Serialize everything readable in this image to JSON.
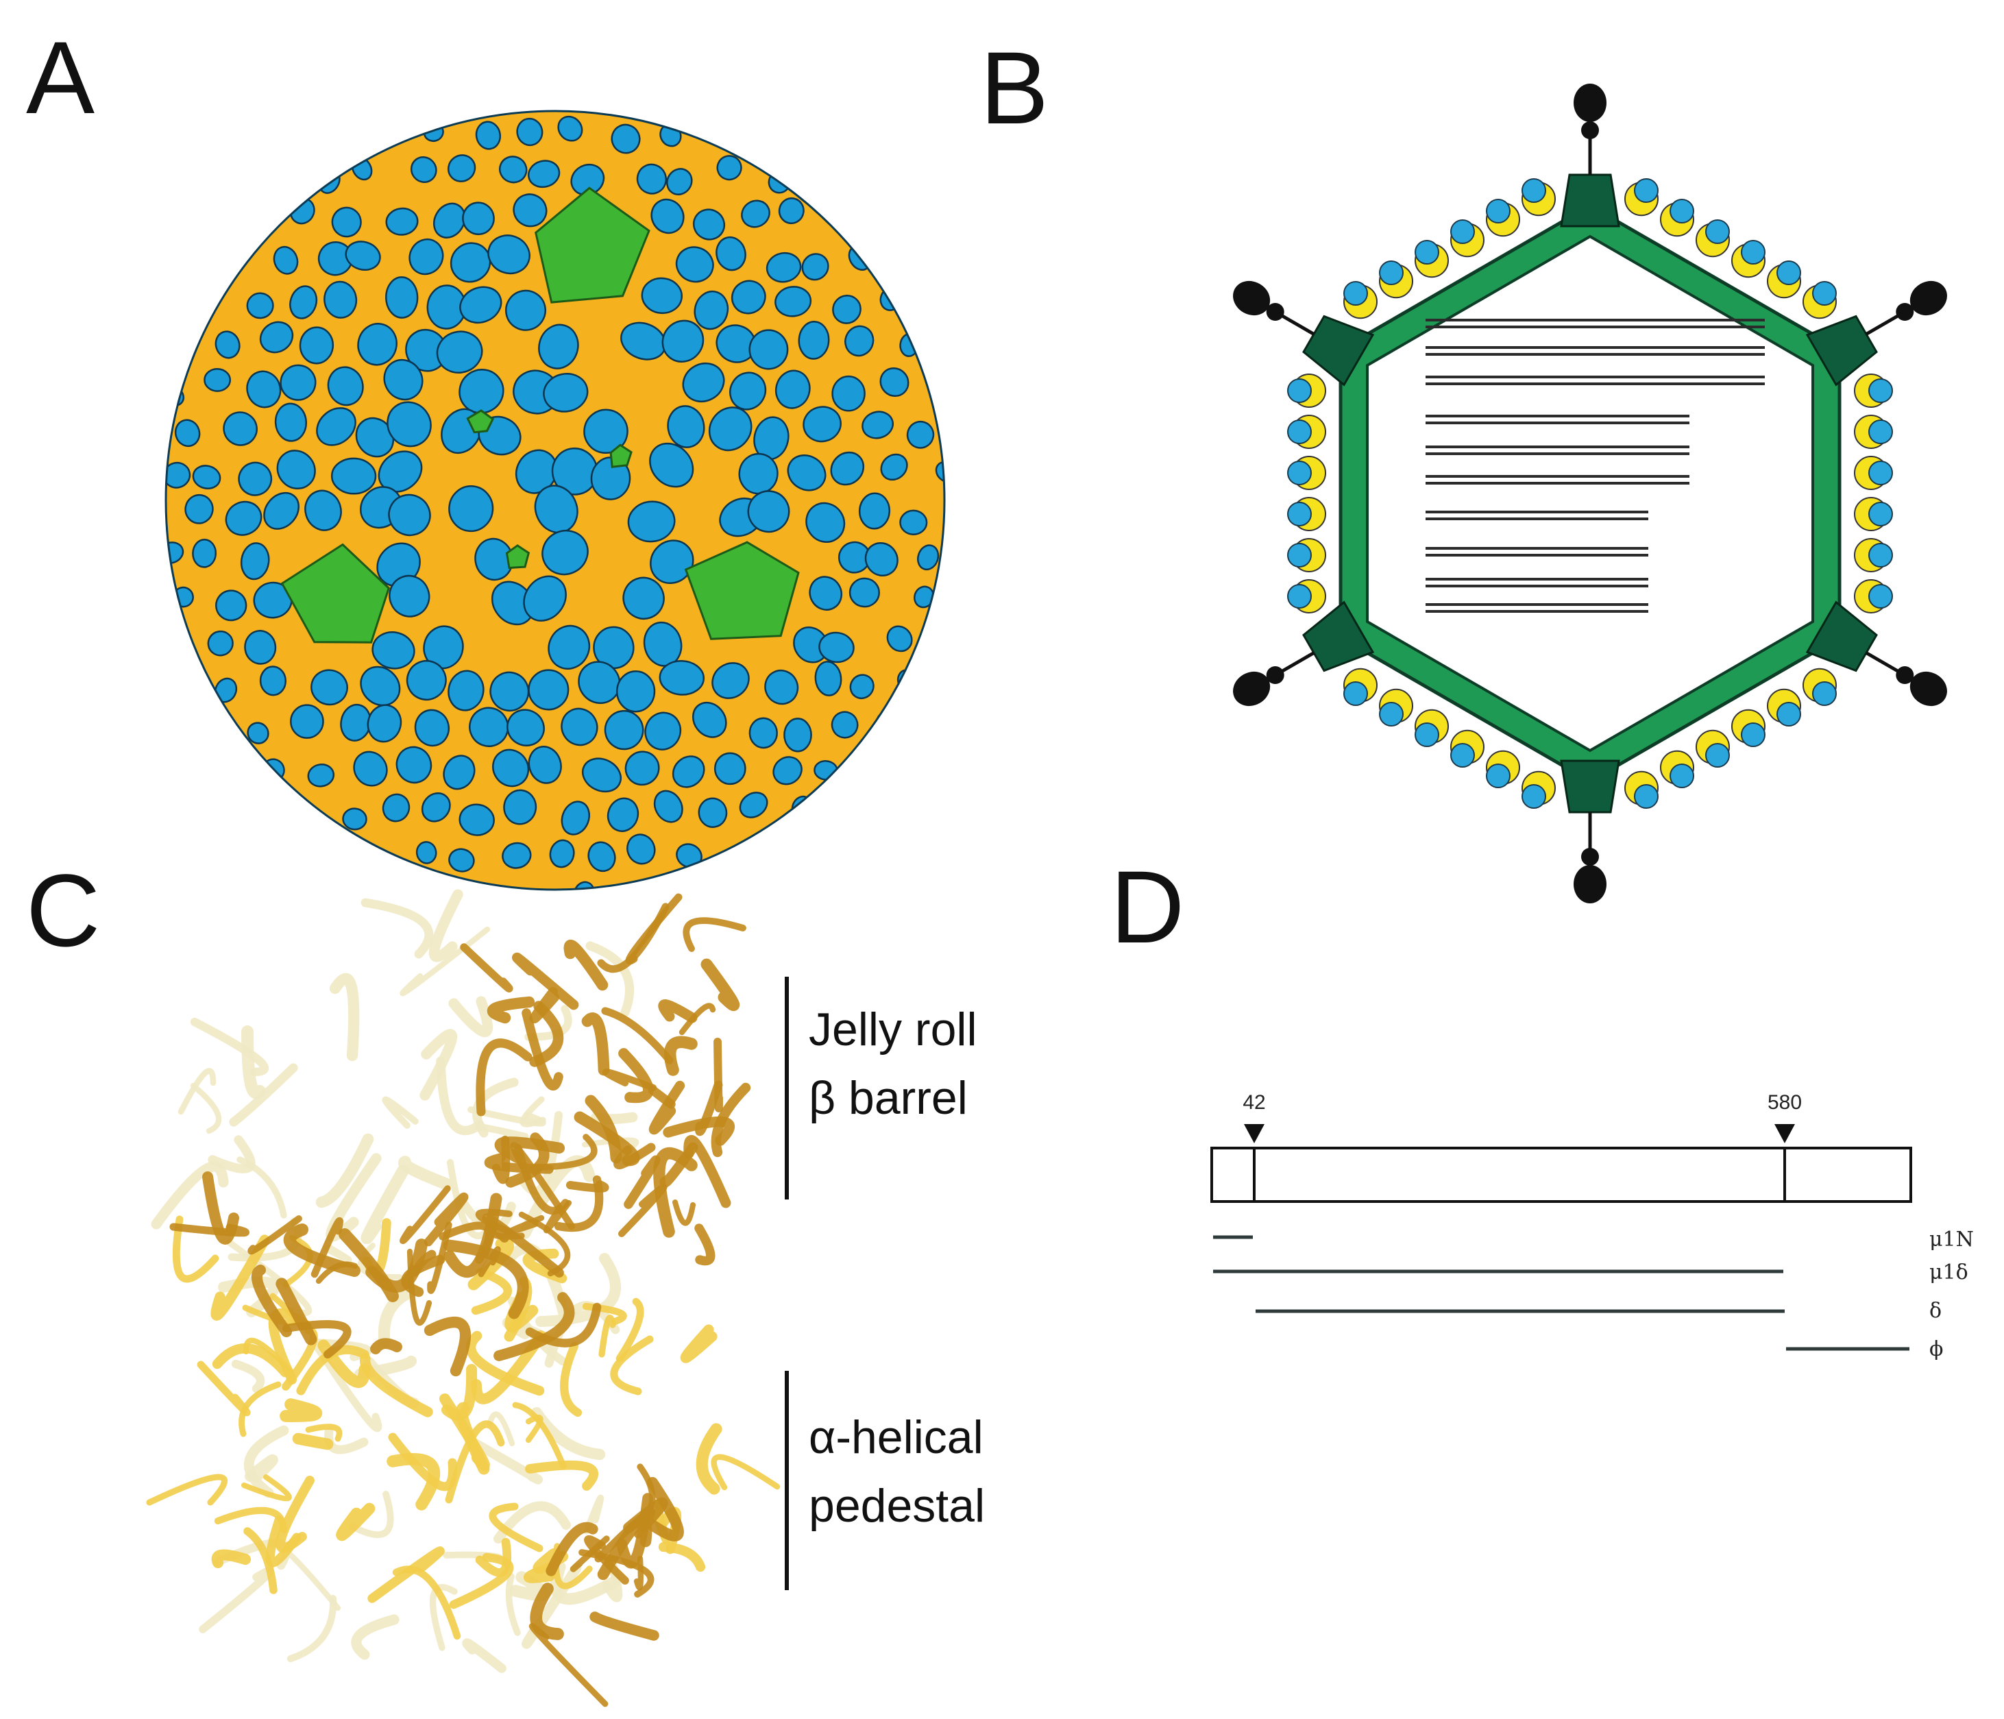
{
  "panels": {
    "a": {
      "letter": "A"
    },
    "b": {
      "letter": "B"
    },
    "c": {
      "letter": "C",
      "upper_label_line1": "Jelly roll",
      "upper_label_line2": "β barrel",
      "lower_label_line1": "α-helical",
      "lower_label_line2": "pedestal"
    },
    "d": {
      "letter": "D",
      "cleavage_sites": [
        "42",
        "580"
      ],
      "fragments": [
        {
          "label": "μ1N",
          "start": 1,
          "end": 42
        },
        {
          "label": "μ1δ",
          "start": 1,
          "end": 580
        },
        {
          "label": "δ",
          "start": 42,
          "end": 580
        },
        {
          "label": "ϕ",
          "start": 580,
          "end": 708
        }
      ]
    }
  },
  "colors": {
    "capsid_outer": "#1a9ad6",
    "capsid_inner": "#f5b21e",
    "turret": "#3fb534",
    "core_shell": "#1f9a55",
    "core_vertex": "#0f5c3c",
    "spike": "#111111",
    "protein_light": "#efe9c4",
    "protein_mid": "#f2cd4a",
    "protein_dark": "#c28a1c"
  }
}
